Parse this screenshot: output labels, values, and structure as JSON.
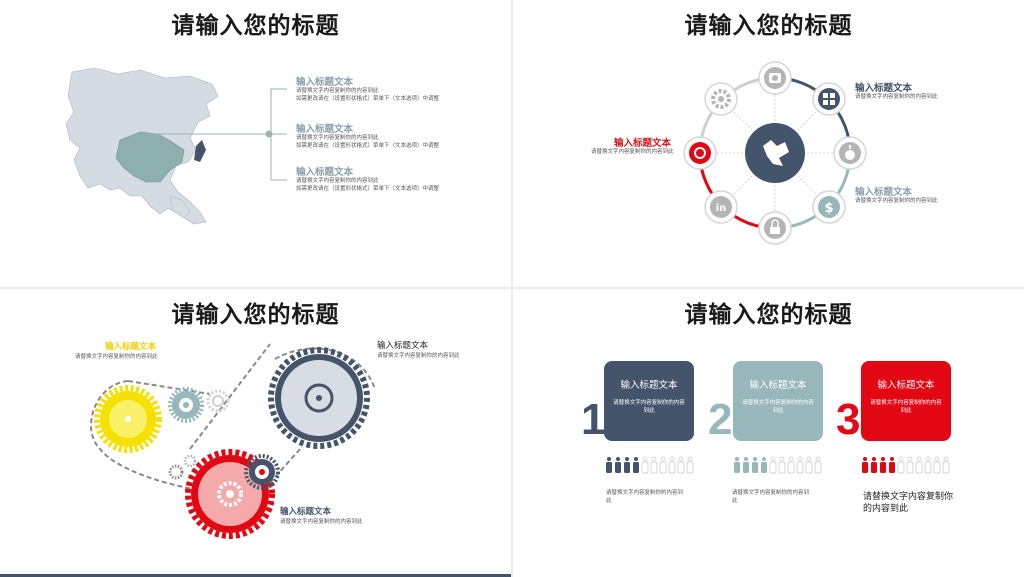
{
  "slide1": {
    "title": "请输入您的标题",
    "items": [
      {
        "heading": "输入标题文本",
        "line1": "请替换文字内容复制你的内容到此",
        "line2": "如需更改请在（设置形状格式）菜单下（文本选项）中调整"
      },
      {
        "heading": "输入标题文本",
        "line1": "请替换文字内容复制你的内容到此",
        "line2": "如需更改请在（设置形状格式）菜单下（文本选项）中调整"
      },
      {
        "heading": "输入标题文本",
        "line1": "请替换文字内容复制你的内容到此",
        "line2": "如需更改请在（设置形状格式）菜单下（文本选项）中调整"
      }
    ]
  },
  "slide2": {
    "title": "请输入您的标题",
    "left": {
      "heading": "输入标题文本",
      "body": "请替换文字内容复制你的内容到此"
    },
    "right_top": {
      "heading": "输入标题文本",
      "body": "请替换文字内容复制你的内容到此"
    },
    "right_bottom": {
      "heading": "输入标题文本",
      "body": "请替换文字内容复制你的内容到此"
    },
    "icons": [
      "camera-icon",
      "windows-icon",
      "apple-icon",
      "dollar-icon",
      "lock-icon",
      "linkedin-icon",
      "shutter-icon",
      "gear-icon",
      "globe-icon"
    ]
  },
  "slide3": {
    "title": "请输入您的标题",
    "labels": [
      {
        "heading": "输入标题文本",
        "body": "请替换文字内容复制你的内容到此"
      },
      {
        "heading": "输入标题文本",
        "body": "请替换文字内容复制你的内容到此"
      },
      {
        "heading": "输入标题文本",
        "body": "请替换文字内容复制你的内容到此"
      }
    ]
  },
  "slide4": {
    "title": "请输入您的标题",
    "cards": [
      {
        "num": "1",
        "heading": "输入标题文本",
        "body": "请替换文字内容复制你的内容到此",
        "below": "请替换文字内容复制你的内容到此",
        "color": "#44546a"
      },
      {
        "num": "2",
        "heading": "输入标题文本",
        "body": "请替换文字内容复制你的内容到此",
        "below": "请替换文字内容复制你的内容到此",
        "color": "#97b7ba"
      },
      {
        "num": "3",
        "heading": "输入标题文本",
        "body": "请替换文字内容复制你的内容到此",
        "below": "请替换文字内容复制你的内容到此",
        "color": "#e30613"
      }
    ],
    "people_highlighted": 4,
    "people_total": 10
  },
  "colors": {
    "navy": "#44546a",
    "teal": "#97b7ba",
    "red": "#e30613",
    "yellow": "#f5e000"
  }
}
